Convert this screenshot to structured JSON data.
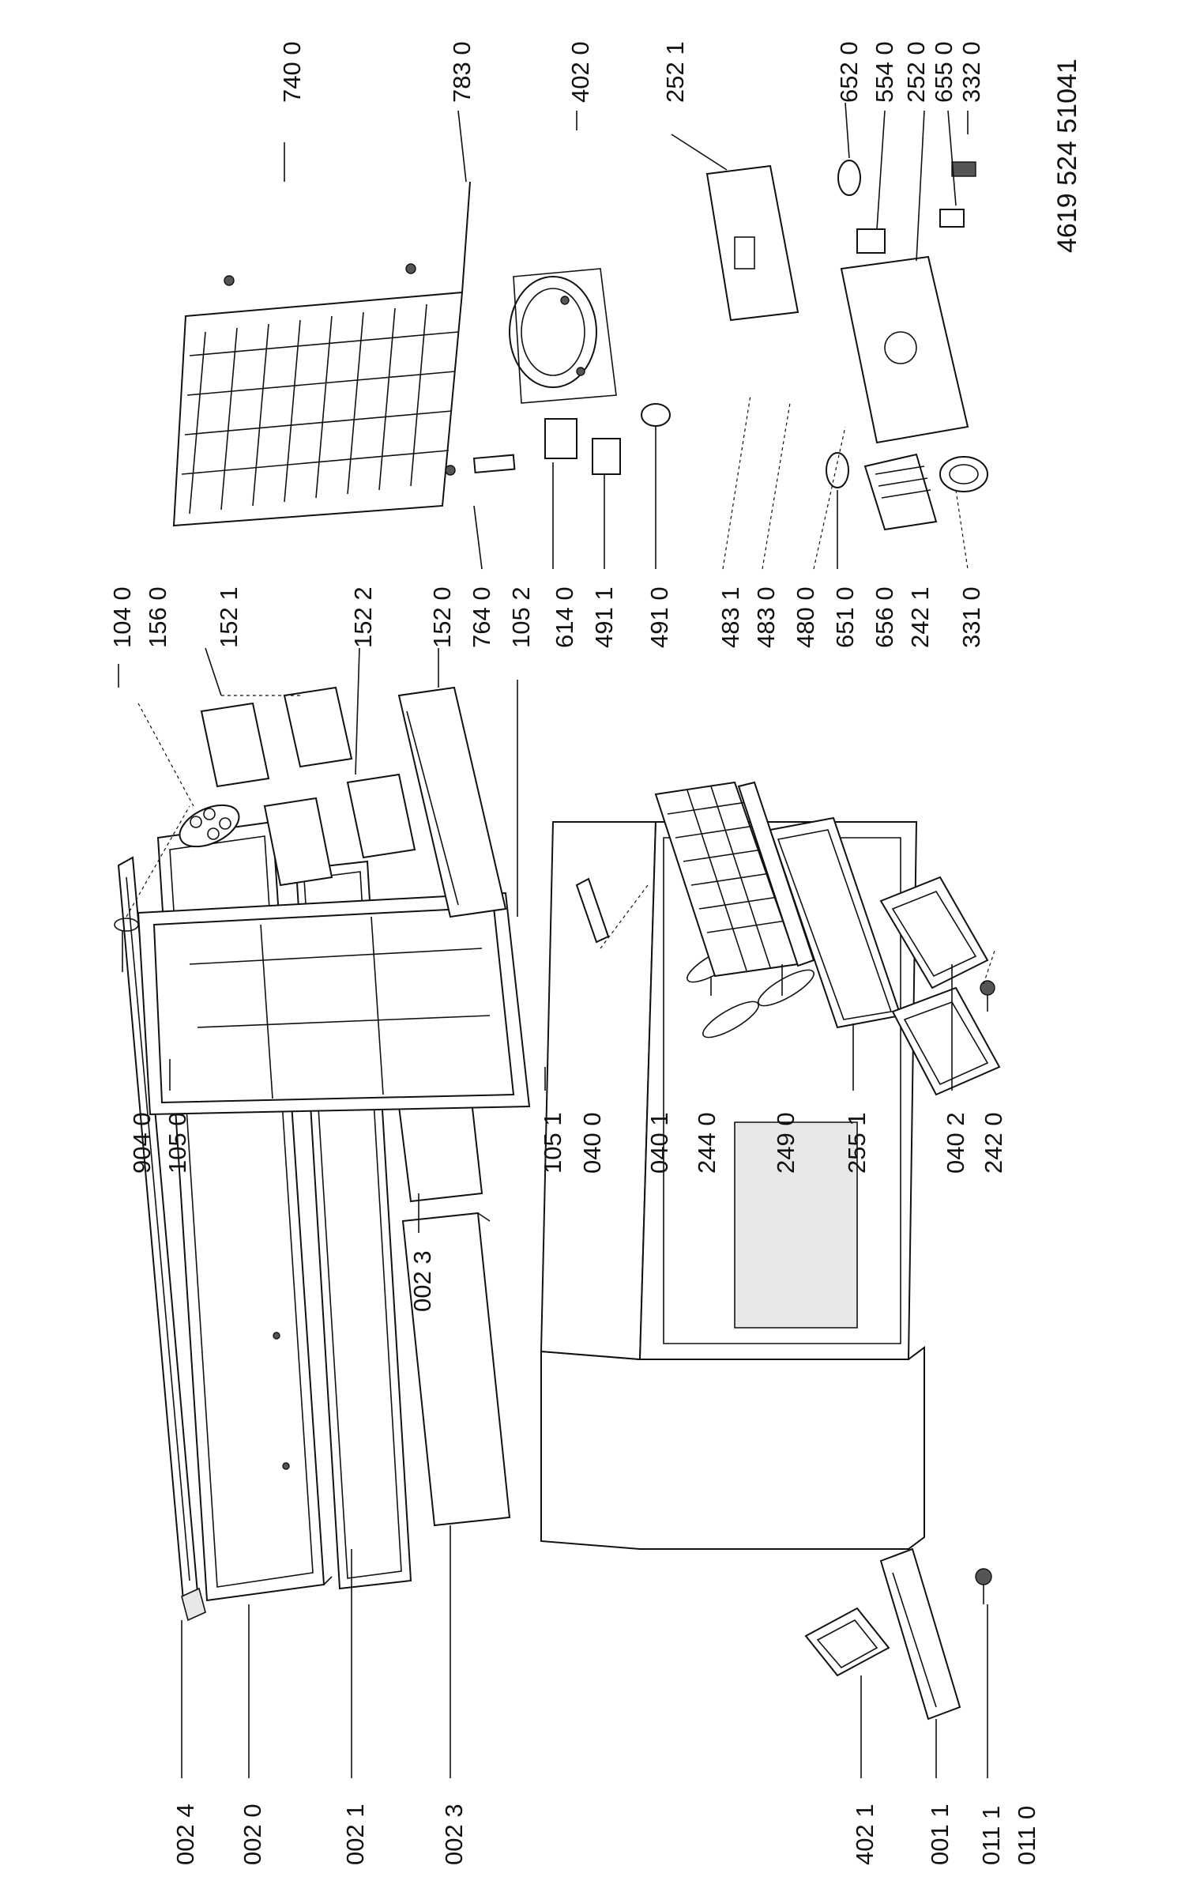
{
  "document_number": "4619 524 51041",
  "part_labels": [
    "002 4",
    "002 0",
    "002 1",
    "002 3",
    "402 1",
    "001 1",
    "011 1",
    "011 0",
    "002 3",
    "904 0",
    "105 0",
    "105 1",
    "040 0",
    "040 1",
    "244 0",
    "249 0",
    "255 1",
    "040 2",
    "242 0",
    "104 0",
    "156 0",
    "152 1",
    "152 2",
    "152 0",
    "764 0",
    "105 2",
    "614 0",
    "491 1",
    "491 0",
    "483 1",
    "483 0",
    "480 0",
    "651 0",
    "656 0",
    "242 1",
    "331 0",
    "740 0",
    "783 0",
    "402 0",
    "252 1",
    "652 0",
    "554 0",
    "252 0",
    "655 0",
    "332 0"
  ],
  "icons": [
    "door-panel",
    "evaporator-grid",
    "compressor",
    "wire-shelf",
    "crisper-drawer",
    "door-bin",
    "cabinet",
    "thermostat-box",
    "hinge",
    "foot-screw"
  ]
}
